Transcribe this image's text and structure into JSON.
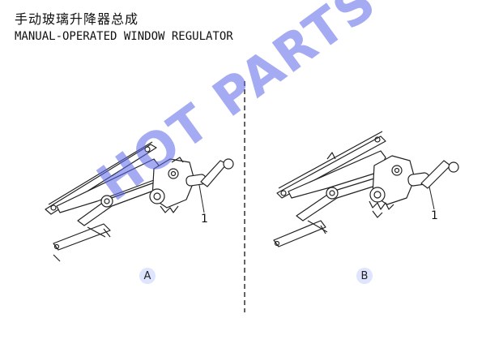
{
  "header": {
    "title_zh": "手动玻璃升降器总成",
    "title_en": "MANUAL-OPERATED WINDOW REGULATOR"
  },
  "watermark": {
    "text": "HOT PARTS",
    "color": "#5a68e8"
  },
  "views": [
    {
      "label": "A",
      "callout": "1"
    },
    {
      "label": "B",
      "callout": "1"
    }
  ],
  "colors": {
    "line": "#222222",
    "badge": "#dfe4ff",
    "watermark": "#5a68e8"
  }
}
